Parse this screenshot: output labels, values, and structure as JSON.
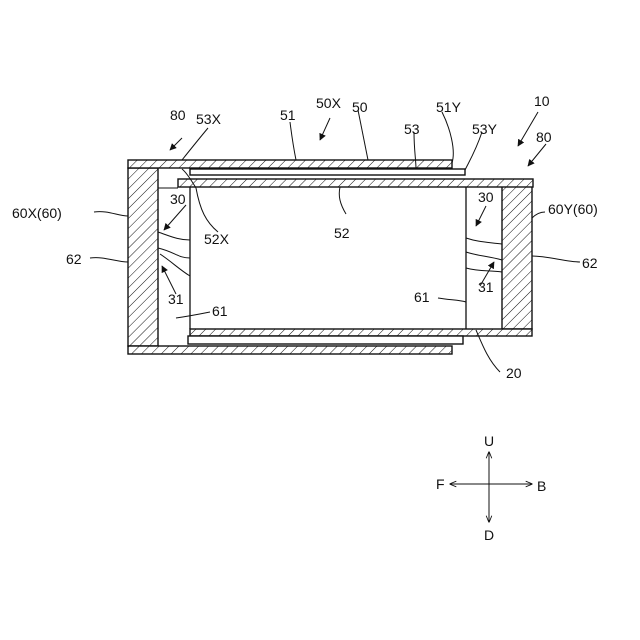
{
  "labels": {
    "l80a": "80",
    "l53x": "53X",
    "l51": "51",
    "l50x": "50X",
    "l50": "50",
    "l51y": "51Y",
    "l10": "10",
    "l53": "53",
    "l53y": "53Y",
    "l80b": "80",
    "l60x": "60X(60)",
    "l30a": "30",
    "l52x": "52X",
    "l52": "52",
    "l62a": "62",
    "l31a": "31",
    "l61a": "61",
    "l30b": "30",
    "l60y": "60Y(60)",
    "l62b": "62",
    "l61b": "61",
    "l31b": "31",
    "l20": "20"
  },
  "axes": {
    "up": "U",
    "down": "D",
    "front": "F",
    "back": "B"
  },
  "colors": {
    "line": "#111111",
    "background": "#ffffff"
  }
}
